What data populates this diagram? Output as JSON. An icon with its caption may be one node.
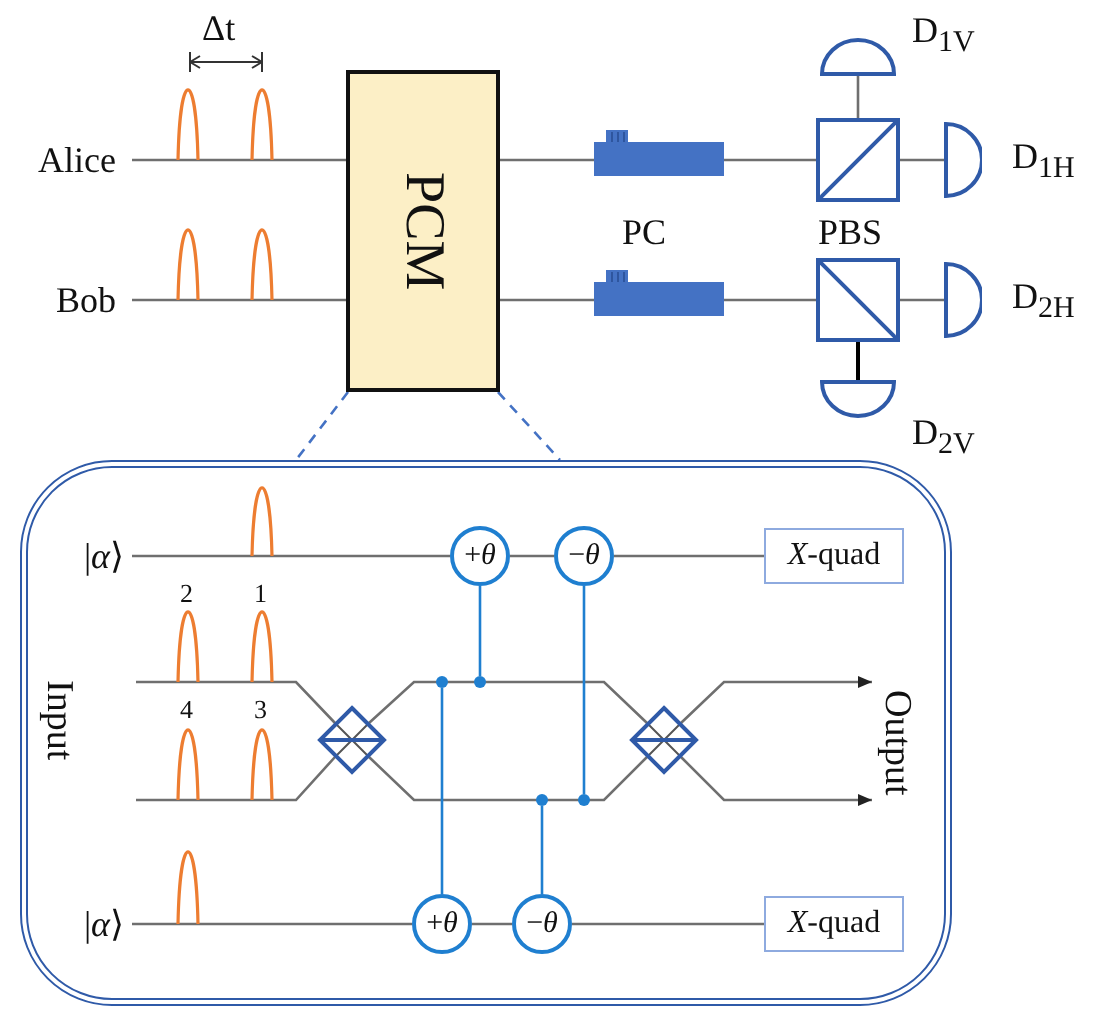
{
  "diagram": {
    "nodes": [
      {
        "text": [
          "Alice"
        ]
      },
      {
        "text": [
          "Bob"
        ]
      },
      {
        "text": [
          "PCM"
        ]
      },
      {
        "text": [],
        "shape": "box"
      },
      {
        "text": [],
        "shape": "box"
      },
      {
        "text": [],
        "shape": "box"
      },
      {
        "text": [],
        "shape": "box"
      },
      {
        "text": [
          "D$_{1V}$"
        ]
      },
      {
        "text": [
          "D$_{1H}$"
        ]
      },
      {
        "text": [
          "D$_{2H}$"
        ]
      },
      {
        "text": [
          "D$_{2V}$"
        ]
      },
      {
        "text": [],
        "shape": "box"
      },
      {
        "text": [
          "|*α*⟩"
        ],
        "in": 11
      },
      {
        "text": [
          "+*θ*"
        ],
        "in": 11
      },
      {
        "text": [
          "−*θ*"
        ],
        "in": 11
      },
      {
        "text": [
          "*X*-quad"
        ],
        "in": 11
      },
      {
        "text": [],
        "shape": "diamond",
        "in": 11
      },
      {
        "text": [],
        "shape": "diamond",
        "in": 11
      },
      {
        "text": [],
        "shape": "circle",
        "in": 11
      },
      {
        "text": [],
        "shape": "circle",
        "in": 11
      },
      {
        "text": [],
        "shape": "circle",
        "in": 11
      },
      {
        "text": [],
        "shape": "circle",
        "in": 11
      },
      {
        "text": [
          "Output"
        ],
        "in": 11
      },
      {
        "text": [
          "|*α*⟩"
        ],
        "in": 11
      },
      {
        "text": [
          "+*θ*"
        ],
        "in": 11
      },
      {
        "text": [
          "−*θ*"
        ],
        "in": 11
      },
      {
        "text": [
          "*X*-quad"
        ],
        "in": 11
      }
    ],
    "edges": [
      {
        "from": 0,
        "to": 2,
        "arrow": "none"
      },
      {
        "from": 1,
        "to": 2,
        "arrow": "none"
      },
      {
        "from": 2,
        "to": 3,
        "arrow": "none"
      },
      {
        "from": 2,
        "to": 4,
        "arrow": "none"
      },
      {
        "from": 3,
        "to": 5,
        "arrow": "none"
      },
      {
        "from": 4,
        "to": 6,
        "arrow": "none"
      },
      {
        "from": 5,
        "to": 7,
        "arrow": "none"
      },
      {
        "from": 5,
        "to": 8,
        "arrow": "none"
      },
      {
        "from": 6,
        "to": 9,
        "arrow": "none"
      },
      {
        "from": 6,
        "to": 10,
        "arrow": "none",
        "color": "#000000"
      },
      {
        "from": 2,
        "to": 11,
        "arrow": "none",
        "style": "dashed",
        "color": "#4472c4"
      },
      {
        "from": 2,
        "to": 11,
        "arrow": "none",
        "style": "dashed",
        "color": "#4472c4"
      },
      {
        "from": 12,
        "to": 13,
        "arrow": "none"
      },
      {
        "from": 13,
        "to": 14,
        "arrow": "none"
      },
      {
        "from": 14,
        "to": 15,
        "arrow": "none"
      },
      {
        "from": null,
        "to": 16,
        "arrow": "none"
      },
      {
        "from": null,
        "to": 16,
        "arrow": "none"
      },
      {
        "from": 16,
        "to": 17,
        "arrow": "none"
      },
      {
        "from": 16,
        "to": 17,
        "arrow": "none"
      },
      {
        "from": 17,
        "to": 22,
        "arrow": "to"
      },
      {
        "from": 17,
        "to": 22,
        "arrow": "to"
      },
      {
        "from": 13,
        "to": 19,
        "arrow": "none",
        "color": "#1f7fd0"
      },
      {
        "from": 14,
        "to": 21,
        "arrow": "none",
        "color": "#1f7fd0"
      },
      {
        "from": 18,
        "to": 24,
        "arrow": "none",
        "color": "#1f7fd0"
      },
      {
        "from": 20,
        "to": 25,
        "arrow": "none",
        "color": "#1f7fd0"
      },
      {
        "from": 23,
        "to": 24,
        "arrow": "none"
      },
      {
        "from": 24,
        "to": 25,
        "arrow": "none"
      },
      {
        "from": 25,
        "to": 26,
        "arrow": "none"
      }
    ],
    "labels": [
      "Δt",
      "PC",
      "PBS",
      "2",
      "1",
      "4",
      "3",
      "Input"
    ]
  }
}
